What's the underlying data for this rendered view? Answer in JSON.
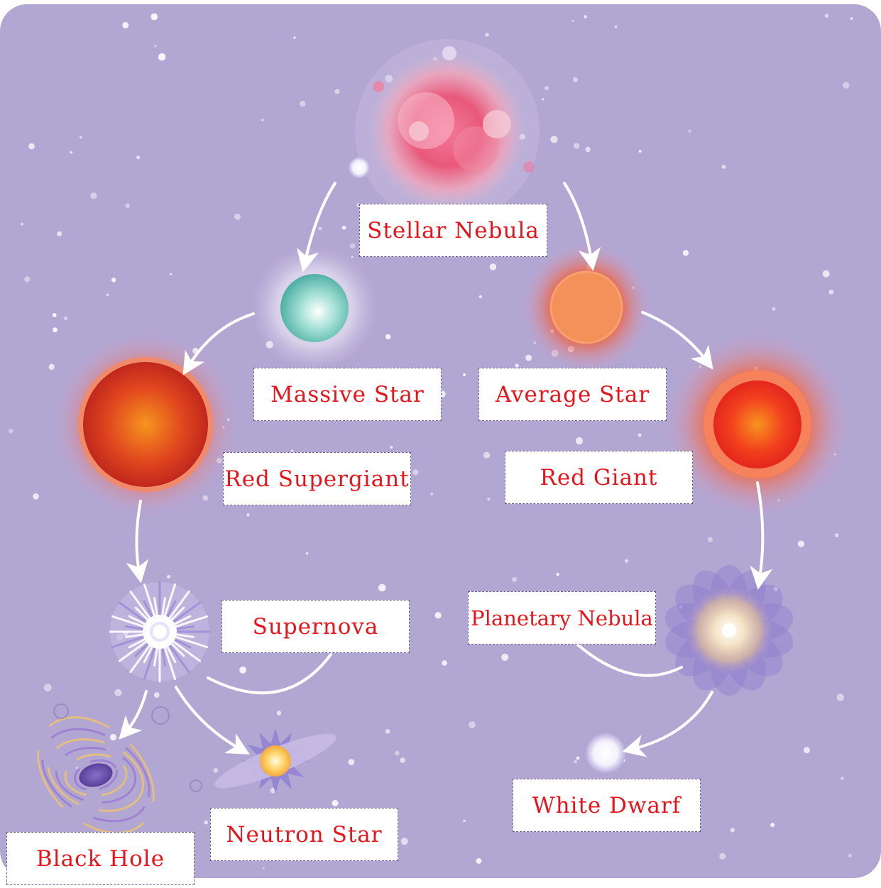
{
  "colors": {
    "background": "#b2a6d2",
    "arrow": "#ffffff",
    "label_text": "#e8141c",
    "label_border": "#6a5a9a"
  },
  "stages": {
    "stellar_nebula": "Stellar Nebula",
    "massive_star": "Massive Star",
    "average_star": "Average Star",
    "red_supergiant": "Red Supergiant",
    "red_giant": "Red Giant",
    "supernova": "Supernova",
    "planetary_nebula": "Planetary Nebula",
    "white_dwarf": "White Dwarf",
    "neutron_star": "Neutron Star",
    "black_hole": "Black Hole"
  },
  "icons": [
    "nebula-icon",
    "massive-star-icon",
    "average-star-icon",
    "red-supergiant-icon",
    "red-giant-icon",
    "supernova-icon",
    "planetary-nebula-icon",
    "white-dwarf-icon",
    "neutron-star-icon",
    "black-hole-icon"
  ]
}
